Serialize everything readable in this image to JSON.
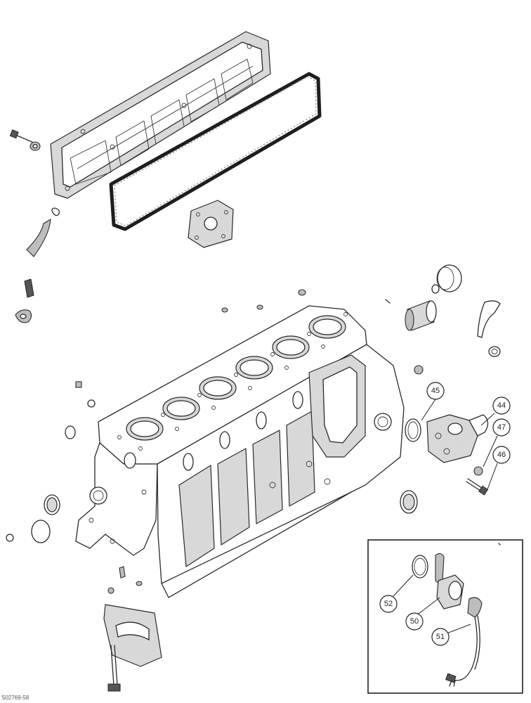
{
  "callouts": {
    "c44": "44",
    "c45": "45",
    "c46": "46",
    "c47": "47",
    "c50": "50",
    "c51": "51",
    "c52": "52"
  },
  "figure_code": "S02769-58"
}
